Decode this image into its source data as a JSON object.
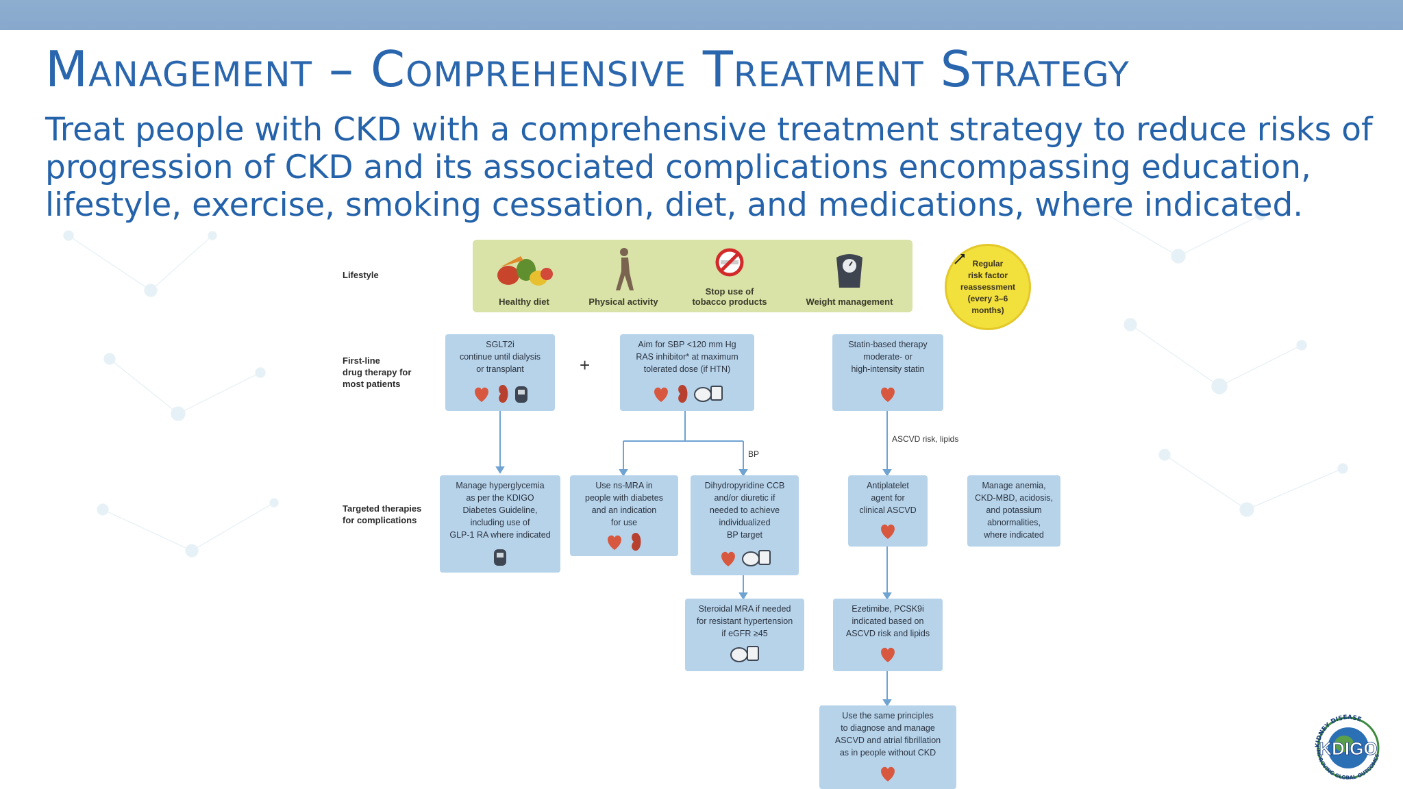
{
  "slide": {
    "title": "Management – Comprehensive Treatment Strategy",
    "subtitle": "Treat people with CKD with a comprehensive treatment strategy to reduce risks of progression of CKD and its associated complications encompassing education, lifestyle, exercise, smoking cessation, diet, and medications, where indicated."
  },
  "figure": {
    "row_labels": {
      "lifestyle": "Lifestyle",
      "first_line": "First-line\ndrug therapy for\nmost patients",
      "targeted": "Targeted therapies\nfor complications"
    },
    "lifestyle_items": [
      {
        "label": "Healthy diet",
        "icon": "healthy-diet-icon"
      },
      {
        "label": "Physical activity",
        "icon": "physical-activity-icon"
      },
      {
        "label": "Stop use of\ntobacco products",
        "icon": "no-smoking-icon"
      },
      {
        "label": "Weight management",
        "icon": "weight-scale-icon"
      }
    ],
    "reassessment": "Regular\nrisk factor\nreassessment\n(every 3–6\nmonths)",
    "plus": "+",
    "boxes": {
      "sglt2i": "SGLT2i\ncontinue until dialysis\nor transplant",
      "bp_target": "Aim for SBP <120 mm Hg\nRAS inhibitor* at maximum\ntolerated dose (if HTN)",
      "statin": "Statin-based therapy\nmoderate- or\nhigh-intensity statin",
      "hyperglycemia": "Manage hyperglycemia\nas per the KDIGO\nDiabetes Guideline,\nincluding use of\nGLP-1 RA where indicated",
      "ns_mra": "Use ns-MRA in\npeople with diabetes\nand an indication\nfor use",
      "dihydropyridine": "Dihydropyridine CCB\nand/or diuretic if\nneeded to achieve\nindividualized\nBP target",
      "antiplatelet": "Antiplatelet\nagent for\nclinical ASCVD",
      "anemia": "Manage anemia,\nCKD-MBD, acidosis,\nand potassium\nabnormalities,\nwhere indicated",
      "steroidal_mra": "Steroidal MRA if needed\nfor resistant hypertension\nif eGFR ≥45",
      "ezetimibe": "Ezetimibe, PCSK9i\nindicated based on\nASCVD risk and lipids",
      "same_principles": "Use the same principles\nto diagnose and manage\nASCVD and atrial fibrillation\nas in people without CKD"
    },
    "connector_labels": {
      "bp": "BP",
      "ascvd": "ASCVD risk, lipids"
    }
  },
  "logo": {
    "top_text": "KIDNEY DISEASE",
    "bottom_text": "IMPROVING GLOBAL OUTCOMES",
    "wordmark": "KDIGO"
  },
  "colors": {
    "title": "#2a66ad",
    "box_fill": "#b7d3ea",
    "lifestyle_fill": "#d9e2a7",
    "reassess_fill": "#f2e03d",
    "connector": "#5b9bd5"
  }
}
